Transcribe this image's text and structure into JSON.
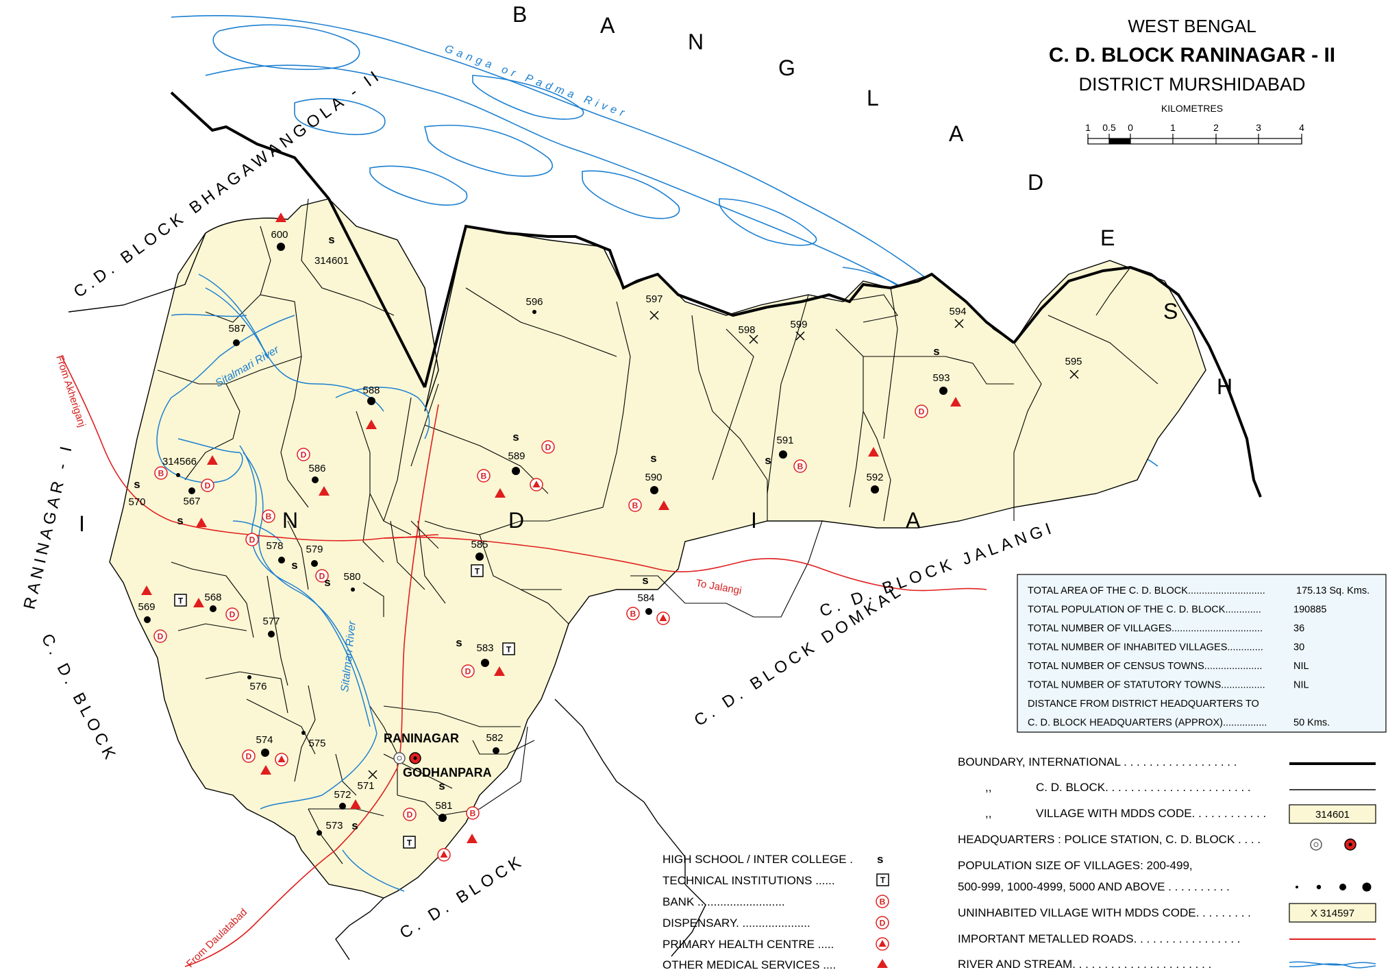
{
  "header": {
    "state": "WEST BENGAL",
    "block": "C. D. BLOCK RANINAGAR - II",
    "district": "DISTRICT MURSHIDABAD",
    "scale_label": "KILOMETRES",
    "scale_ticks": [
      "1",
      "0.5",
      "0",
      "1",
      "2",
      "3",
      "4"
    ]
  },
  "neighbours": {
    "bangladesh_letters": [
      "B",
      "A",
      "N",
      "G",
      "L",
      "A",
      "D",
      "E",
      "S",
      "H"
    ],
    "india_letters": [
      "I",
      "N",
      "D",
      "I",
      "A"
    ],
    "bhagawangola": "C.D. BLOCK BHAGAWANGOLA - II",
    "raninagar1": "RANINAGAR - I",
    "jalangi": "C. D. BLOCK JALANGI",
    "domkal": "C. D. BLOCK DOMKAL",
    "lalgola_bottom": "C. D. BLOCK",
    "domkal_bottom": "C. D. BLOCK"
  },
  "rivers": {
    "ganga": "Ganga or Padma River",
    "sitalmari_top": "Sitalmari River",
    "sitalmari_bottom": "Sitalmari River"
  },
  "roads": {
    "akheriganj": "From Akheriganj",
    "jalangi": "To Jalangi",
    "daulatabad": "From Daulatabad"
  },
  "headquarters": {
    "police": "RANINAGAR",
    "block": "GODHANPARA"
  },
  "villages": [
    "600",
    "314601",
    "587",
    "596",
    "597",
    "598",
    "599",
    "594",
    "593",
    "595",
    "588",
    "314566",
    "586",
    "589",
    "591",
    "590",
    "592",
    "570",
    "567",
    "578",
    "579",
    "580",
    "585",
    "584",
    "569",
    "568",
    "577",
    "576",
    "583",
    "574",
    "575",
    "582",
    "572",
    "571",
    "581",
    "573"
  ],
  "stats": {
    "rows": [
      {
        "label": "TOTAL AREA OF THE C. D. BLOCK............................",
        "value": "175.13 Sq. Kms."
      },
      {
        "label": "TOTAL POPULATION OF THE C. D. BLOCK.............",
        "value": "190885"
      },
      {
        "label": "TOTAL NUMBER OF VILLAGES.................................",
        "value": "36"
      },
      {
        "label": "TOTAL NUMBER OF INHABITED VILLAGES.............",
        "value": "30"
      },
      {
        "label": "TOTAL NUMBER OF CENSUS TOWNS.....................",
        "value": "NIL"
      },
      {
        "label": "TOTAL NUMBER OF STATUTORY TOWNS................",
        "value": "NIL"
      },
      {
        "label": "DISTANCE FROM DISTRICT HEADQUARTERS TO",
        "value": ""
      },
      {
        "label": "C. D. BLOCK HEADQUARTERS (APPROX)................",
        "value": "50 Kms."
      }
    ]
  },
  "legend_left": [
    {
      "label": "HIGH SCHOOL / INTER COLLEGE .",
      "symbol": "S"
    },
    {
      "label": "TECHNICAL INSTITUTIONS ......",
      "symbol": "T"
    },
    {
      "label": "BANK ...........................",
      "symbol": "B"
    },
    {
      "label": "DISPENSARY. .....................",
      "symbol": "D"
    },
    {
      "label": "PRIMARY HEALTH CENTRE .....",
      "symbol": "phc"
    },
    {
      "label": "OTHER MEDICAL SERVICES ....",
      "symbol": "tri"
    }
  ],
  "legend_right": {
    "intl": "BOUNDARY, INTERNATIONAL . . . . . . . . . . . . . . . . . .",
    "cd_prefix": ",,",
    "cd": "C. D. BLOCK. . . . . . . . . . . . . . . . . . . . . . .",
    "vil_prefix": ",,",
    "vil": "VILLAGE WITH MDDS CODE. . . . . . . . . . . .",
    "vil_code": "314601",
    "hq": "HEADQUARTERS : POLICE STATION, C. D. BLOCK . . . .",
    "pop1": "POPULATION SIZE OF VILLAGES:  200-499,",
    "pop2": "500-999, 1000-4999, 5000 AND ABOVE . . . . . . . . . .",
    "uninhab": "UNINHABITED VILLAGE WITH MDDS CODE. . . . . . . . .",
    "uninhab_code": "X 314597",
    "roads": "IMPORTANT METALLED ROADS. . . . . . . . . . . . . . . . .",
    "river": "RIVER AND STREAM. . . . . . . . . . . . . . . . . . . . . ."
  },
  "colors": {
    "land": "#fbf7d4",
    "river": "#1b7fd1",
    "road": "#e01e1e",
    "symbol_red": "#e01e1e"
  }
}
